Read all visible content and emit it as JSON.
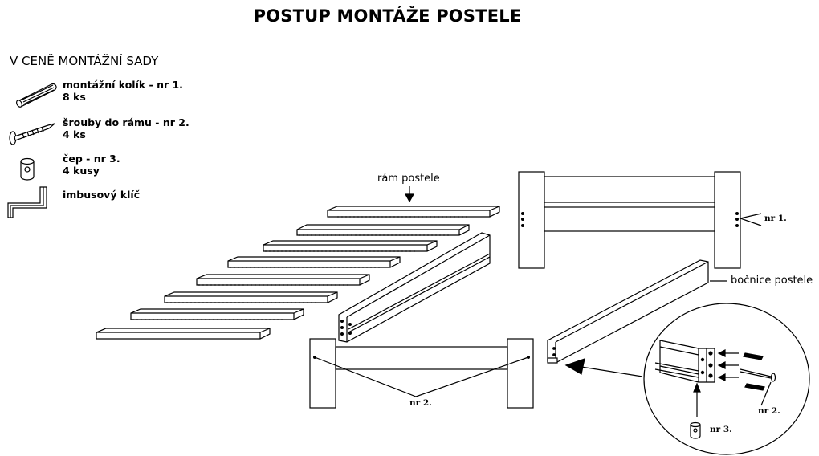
{
  "title": "POSTUP MONTÁŽE POSTELE",
  "kit": {
    "heading": "V CENĚ MONTÁŽNÍ SADY",
    "items": [
      {
        "icon": "dowel-icon",
        "line1": "montážní kolík - nr 1.",
        "line2": "8 ks"
      },
      {
        "icon": "screw-icon",
        "line1": "šrouby do rámu - nr 2.",
        "line2": "4 ks"
      },
      {
        "icon": "pin-icon",
        "line1": "čep - nr 3.",
        "line2": "4 kusy"
      },
      {
        "icon": "allen-key-icon",
        "line1": "imbusový klíč",
        "line2": ""
      }
    ]
  },
  "labels": {
    "frame": "rám postele",
    "side_rail": "bočnice postele",
    "nr1": "nr 1.",
    "nr2_left": "nr 2.",
    "nr2_right": "nr 2.",
    "nr3": "nr 3."
  }
}
